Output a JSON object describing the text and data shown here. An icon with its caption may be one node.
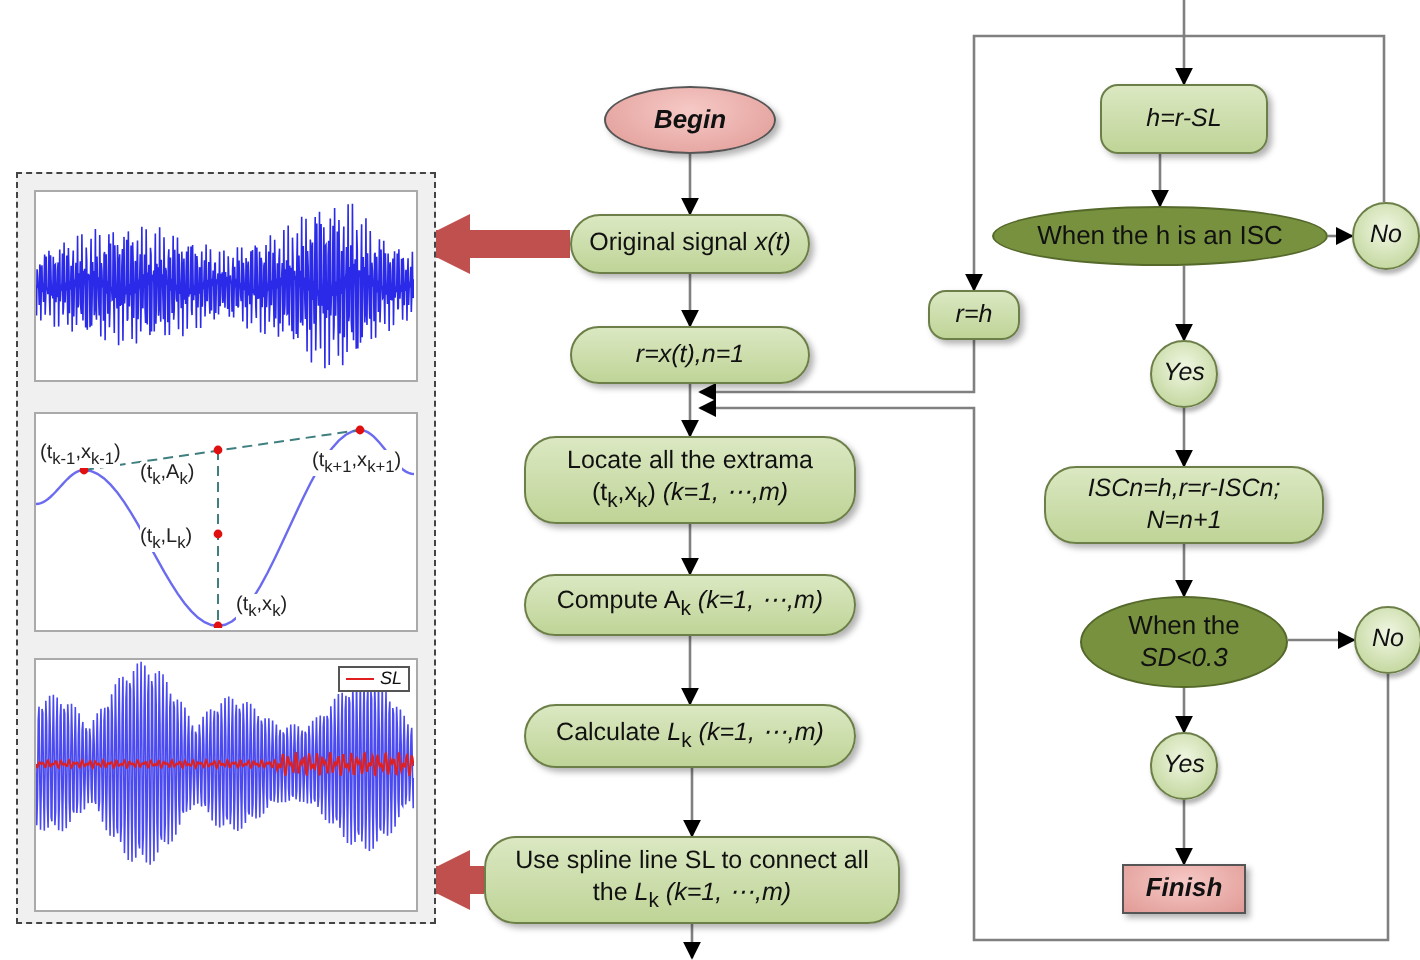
{
  "diagram": {
    "nodes": [
      {
        "text": [
          "Begin"
        ]
      },
      {
        "text": [
          "Original signal *x(t)*"
        ]
      },
      {
        "text": [
          "r=x(t),n=1"
        ]
      },
      {
        "text": [
          "Locate all the extrama (t$_{k}$,x$_{k}$) *(k=1, ⋯,m)*"
        ]
      },
      {
        "text": [
          "Compute A$_{k}$ *(k=1, ⋯,m)*"
        ]
      },
      {
        "text": [
          "Calculate *L*$_{k}$ *(k=1, ⋯,m)*"
        ]
      },
      {
        "text": [
          "Use spline line SL to connect all the *L*$_{k}$ *(k=1, ⋯,m)*"
        ]
      },
      {
        "text": [
          "h=r-SL"
        ]
      },
      {
        "text": [
          "When the h is an ISC"
        ]
      },
      {
        "text": [
          "No"
        ]
      },
      {
        "text": [
          "r=h"
        ]
      },
      {
        "text": [
          "Yes"
        ]
      },
      {
        "text": [
          "ISCn=h,r=r-ISCn; N=n+1"
        ]
      },
      {
        "text": [
          "When the *SD<0.3*"
        ]
      },
      {
        "text": [
          "No"
        ]
      },
      {
        "text": [
          "Yes"
        ]
      },
      {
        "text": [
          "Finish"
        ]
      },
      {
        "text": [],
        "shape": "box"
      },
      {
        "text": [],
        "shape": "picture",
        "in": 17
      },
      {
        "text": [
          "(t$_{k-1}$,x$_{k-1}$)",
          "(t$_{k}$,A$_{k}$)",
          "(t$_{k+1}$,x$_{k+1}$)",
          "(t$_{k}$,L$_{k}$)",
          "(t$_{k}$,x$_{k}$)"
        ],
        "in": 17
      },
      {
        "text": [],
        "shape": "picture",
        "in": 17
      }
    ],
    "edges": [
      {
        "from": 0,
        "to": 1,
        "arrow": "to"
      },
      {
        "from": 1,
        "to": 2,
        "arrow": "to"
      },
      {
        "from": 2,
        "to": 3,
        "arrow": "to"
      },
      {
        "from": 3,
        "to": 4,
        "arrow": "to"
      },
      {
        "from": 4,
        "to": 5,
        "arrow": "to"
      },
      {
        "from": 5,
        "to": 6,
        "arrow": "to"
      },
      {
        "from": 6,
        "to": null,
        "arrow": "to"
      },
      {
        "from": null,
        "to": 7,
        "arrow": "to"
      },
      {
        "from": 7,
        "to": 8,
        "arrow": "to"
      },
      {
        "from": 8,
        "to": 9,
        "arrow": "to"
      },
      {
        "from": 9,
        "to": 10,
        "arrow": "to"
      },
      {
        "from": 10,
        "to": 3,
        "arrow": "to"
      },
      {
        "from": 8,
        "to": 11,
        "arrow": "to"
      },
      {
        "from": 11,
        "to": 12,
        "arrow": "to"
      },
      {
        "from": 12,
        "to": 13,
        "arrow": "to"
      },
      {
        "from": 13,
        "to": 14,
        "arrow": "to"
      },
      {
        "from": 14,
        "to": 3,
        "arrow": "to"
      },
      {
        "from": 13,
        "to": 15,
        "arrow": "to"
      },
      {
        "from": 15,
        "to": 16,
        "arrow": "to"
      },
      {
        "from": 1,
        "to": 18,
        "arrow": "to",
        "style": "thick",
        "color": "#c0504d"
      },
      {
        "from": 6,
        "to": 20,
        "arrow": "to",
        "style": "thick",
        "color": "#c0504d"
      }
    ],
    "legend": [
      {
        "text": "SL"
      }
    ]
  }
}
